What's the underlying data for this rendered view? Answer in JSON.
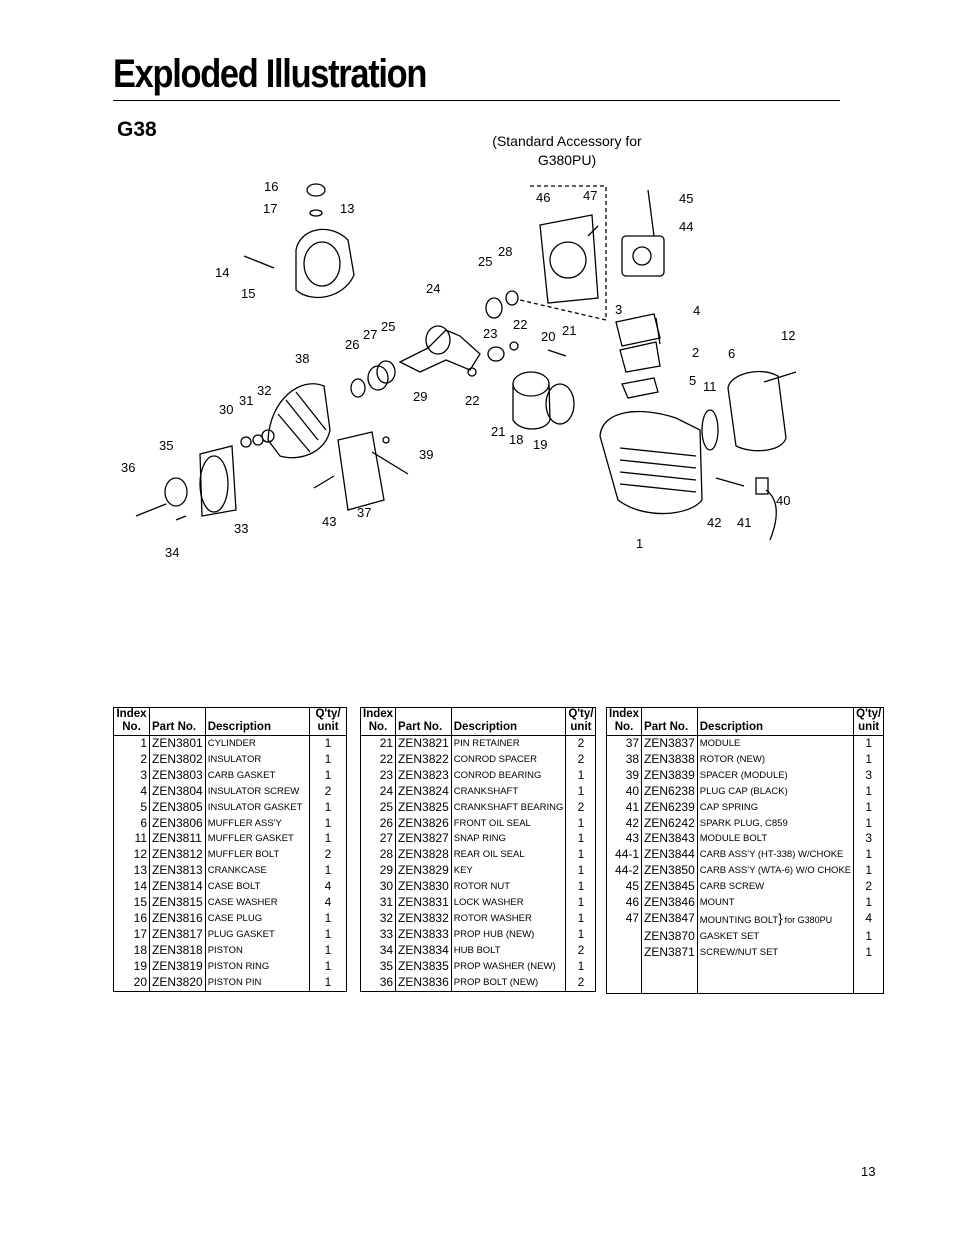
{
  "page": {
    "title": "Exploded Illustration",
    "model": "G38",
    "accessory_note": "(Standard Accessory for G380PU)",
    "page_number": "13"
  },
  "diagram_labels": [
    "16",
    "17",
    "13",
    "14",
    "15",
    "46",
    "47",
    "45",
    "44",
    "25",
    "28",
    "24",
    "23",
    "22",
    "3",
    "4",
    "12",
    "38",
    "26",
    "27",
    "25",
    "20",
    "21",
    "2",
    "6",
    "5",
    "11",
    "32",
    "31",
    "30",
    "29",
    "22",
    "35",
    "21",
    "18",
    "19",
    "36",
    "39",
    "33",
    "43",
    "37",
    "42",
    "41",
    "40",
    "34",
    "1"
  ],
  "tables": [
    {
      "headers": {
        "index": "Index No.",
        "part": "Part No.",
        "desc": "Description",
        "qty": "Q'ty/ unit"
      },
      "rows": [
        {
          "index": "1",
          "part": "ZEN3801",
          "desc": "Cylinder",
          "qty": "1"
        },
        {
          "index": "2",
          "part": "ZEN3802",
          "desc": "Insulator",
          "qty": "1"
        },
        {
          "index": "3",
          "part": "ZEN3803",
          "desc": "Carb gasket",
          "qty": "1"
        },
        {
          "index": "4",
          "part": "ZEN3804",
          "desc": "Insulator screw",
          "qty": "2"
        },
        {
          "index": "5",
          "part": "ZEN3805",
          "desc": "Insulator gasket",
          "qty": "1"
        },
        {
          "index": "6",
          "part": "ZEN3806",
          "desc": "Muffler ass'y",
          "qty": "1"
        },
        {
          "index": "11",
          "part": "ZEN3811",
          "desc": "Muffler gasket",
          "qty": "1"
        },
        {
          "index": "12",
          "part": "ZEN3812",
          "desc": "Muffler bolt",
          "qty": "2"
        },
        {
          "index": "13",
          "part": "ZEN3813",
          "desc": "Crankcase",
          "qty": "1"
        },
        {
          "index": "14",
          "part": "ZEN3814",
          "desc": "Case bolt",
          "qty": "4"
        },
        {
          "index": "15",
          "part": "ZEN3815",
          "desc": "Case washer",
          "qty": "4"
        },
        {
          "index": "16",
          "part": "ZEN3816",
          "desc": "Case plug",
          "qty": "1"
        },
        {
          "index": "17",
          "part": "ZEN3817",
          "desc": "Plug gasket",
          "qty": "1"
        },
        {
          "index": "18",
          "part": "ZEN3818",
          "desc": "Piston",
          "qty": "1"
        },
        {
          "index": "19",
          "part": "ZEN3819",
          "desc": "Piston ring",
          "qty": "1"
        },
        {
          "index": "20",
          "part": "ZEN3820",
          "desc": "Piston pin",
          "qty": "1"
        }
      ]
    },
    {
      "headers": {
        "index": "Index No.",
        "part": "Part No.",
        "desc": "Description",
        "qty": "Q'ty/ unit"
      },
      "rows": [
        {
          "index": "21",
          "part": "ZEN3821",
          "desc": "Pin retainer",
          "qty": "2"
        },
        {
          "index": "22",
          "part": "ZEN3822",
          "desc": "Conrod spacer",
          "qty": "2"
        },
        {
          "index": "23",
          "part": "ZEN3823",
          "desc": "Conrod bearing",
          "qty": "1"
        },
        {
          "index": "24",
          "part": "ZEN3824",
          "desc": "Crankshaft",
          "qty": "1"
        },
        {
          "index": "25",
          "part": "ZEN3825",
          "desc": "Crankshaft bearing",
          "qty": "2"
        },
        {
          "index": "26",
          "part": "ZEN3826",
          "desc": "Front oil seal",
          "qty": "1"
        },
        {
          "index": "27",
          "part": "ZEN3827",
          "desc": "Snap ring",
          "qty": "1"
        },
        {
          "index": "28",
          "part": "ZEN3828",
          "desc": "Rear oil seal",
          "qty": "1"
        },
        {
          "index": "29",
          "part": "ZEN3829",
          "desc": "Key",
          "qty": "1"
        },
        {
          "index": "30",
          "part": "ZEN3830",
          "desc": "Rotor nut",
          "qty": "1"
        },
        {
          "index": "31",
          "part": "ZEN3831",
          "desc": "Lock washer",
          "qty": "1"
        },
        {
          "index": "32",
          "part": "ZEN3832",
          "desc": "Rotor washer",
          "qty": "1"
        },
        {
          "index": "33",
          "part": "ZEN3833",
          "desc": "Prop hub (new)",
          "qty": "1"
        },
        {
          "index": "34",
          "part": "ZEN3834",
          "desc": "Hub bolt",
          "qty": "2"
        },
        {
          "index": "35",
          "part": "ZEN3835",
          "desc": "Prop washer (new)",
          "qty": "1"
        },
        {
          "index": "36",
          "part": "ZEN3836",
          "desc": "Prop bolt (new)",
          "qty": "2"
        }
      ]
    },
    {
      "headers": {
        "index": "Index No.",
        "part": "Part No.",
        "desc": "Description",
        "qty": "Q'ty/ unit"
      },
      "rows": [
        {
          "index": "37",
          "part": "ZEN3837",
          "desc": "Module",
          "qty": "1"
        },
        {
          "index": "38",
          "part": "ZEN3838",
          "desc": "Rotor (new)",
          "qty": "1"
        },
        {
          "index": "39",
          "part": "ZEN3839",
          "desc": "Spacer (module)",
          "qty": "3"
        },
        {
          "index": "40",
          "part": "ZEN6238",
          "desc": "Plug cap (black)",
          "qty": "1"
        },
        {
          "index": "41",
          "part": "ZEN6239",
          "desc": "Cap spring",
          "qty": "1"
        },
        {
          "index": "42",
          "part": "ZEN6242",
          "desc": "Spark plug, C859",
          "qty": "1"
        },
        {
          "index": "43",
          "part": "ZEN3843",
          "desc": "Module bolt",
          "qty": "3"
        },
        {
          "index": "44-1",
          "part": "ZEN3844",
          "desc": "Carb ass'y (HT-338) w/choke",
          "qty": "1"
        },
        {
          "index": "44-2",
          "part": "ZEN3850",
          "desc": "Carb ass'y (WTA-6) w/o choke",
          "qty": "1"
        },
        {
          "index": "45",
          "part": "ZEN3845",
          "desc": "Carb screw",
          "qty": "2"
        },
        {
          "index": "46",
          "part": "ZEN3846",
          "desc": "Mount",
          "qty": "1"
        },
        {
          "index": "47",
          "part": "ZEN3847",
          "desc": "Mounting bolt",
          "qty": "4"
        },
        {
          "index": "",
          "part": "ZEN3870",
          "desc": "Gasket set",
          "qty": "1"
        },
        {
          "index": "",
          "part": "ZEN3871",
          "desc": "Screw/nut set",
          "qty": "1"
        }
      ],
      "mount_note": "for G380PU"
    }
  ]
}
